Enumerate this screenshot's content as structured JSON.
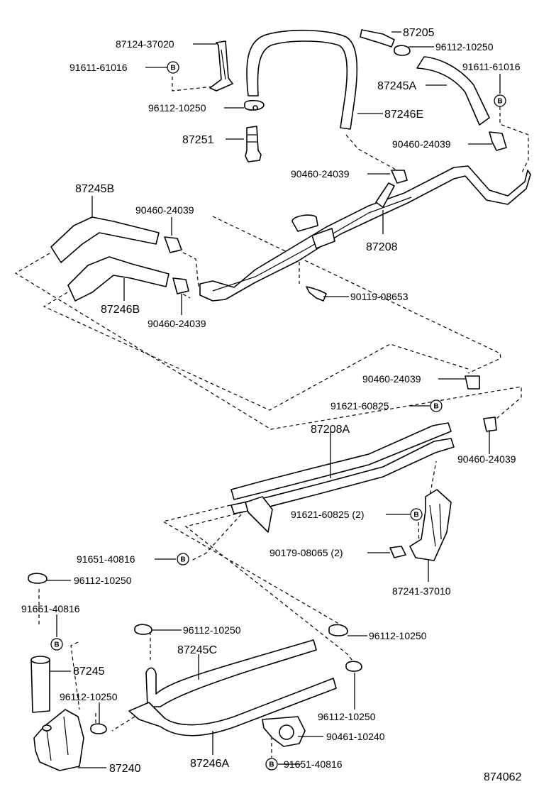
{
  "diagram": {
    "reference_number": "874062",
    "badge_letter": "B",
    "labels": {
      "p87124_37020": "87124-37020",
      "p91611_61016_a": "91611-61016",
      "p96112_10250_a": "96112-10250",
      "p87251": "87251",
      "p87205": "87205",
      "p96112_10250_b": "96112-10250",
      "p91611_61016_b": "91611-61016",
      "p87245A": "87245A",
      "p87246E": "87246E",
      "p90460_24039_a": "90460-24039",
      "p90460_24039_b": "90460-24039",
      "p87245B": "87245B",
      "p90460_24039_c": "90460-24039",
      "p87208": "87208",
      "p87246B": "87246B",
      "p90460_24039_d": "90460-24039",
      "p90119_08653": "90119-08653",
      "p90460_24039_e": "90460-24039",
      "p91621_60825_a": "91621-60825",
      "p87208A": "87208A",
      "p90460_24039_f": "90460-24039",
      "p91621_60825_b": "91621-60825 (2)",
      "p90179_08065": "90179-08065 (2)",
      "p91651_40816_a": "91651-40816",
      "p87241_37010": "87241-37010",
      "p96112_10250_c": "96112-10250",
      "p91651_40816_b": "91651-40816",
      "p96112_10250_d": "96112-10250",
      "p87245C": "87245C",
      "p96112_10250_e": "96112-10250",
      "p87245": "87245",
      "p96112_10250_f": "96112-10250",
      "p96112_10250_g": "96112-10250",
      "p90461_10240": "90461-10240",
      "p87240": "87240",
      "p87246A": "87246A",
      "p91651_40816_c": "91651-40816"
    }
  }
}
